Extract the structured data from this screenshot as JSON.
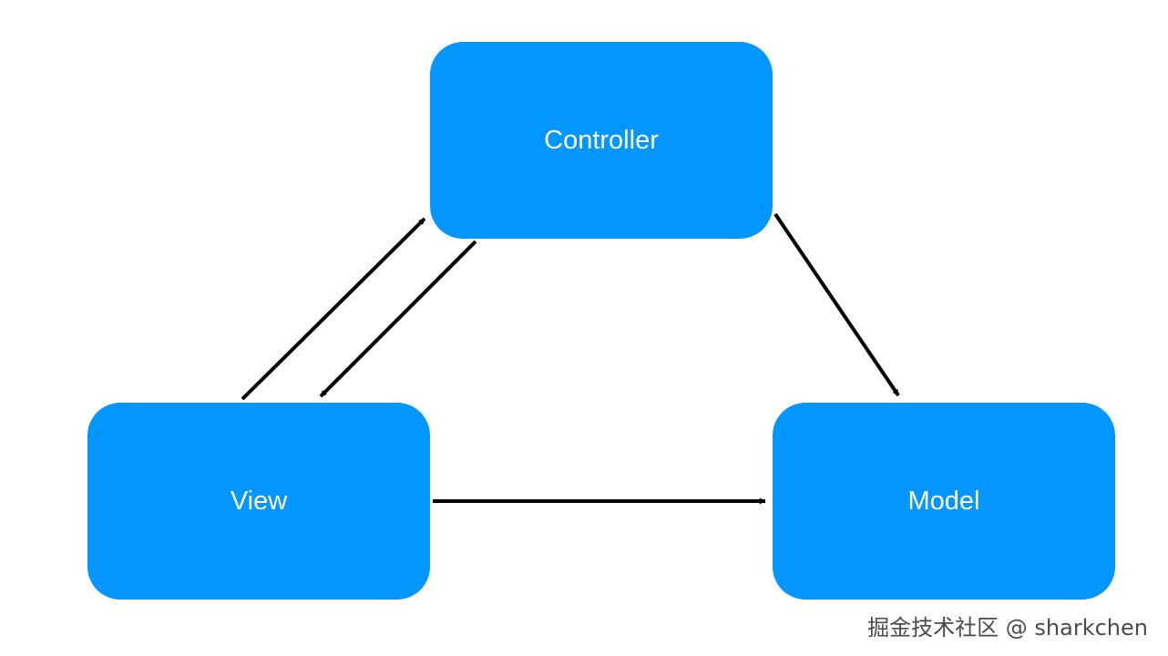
{
  "diagram": {
    "colors": {
      "node_fill": "#0296fe",
      "node_text": "#ffffff",
      "arrow": "#000000"
    },
    "nodes": [
      {
        "id": "controller",
        "label": "Controller"
      },
      {
        "id": "view",
        "label": "View"
      },
      {
        "id": "model",
        "label": "Model"
      }
    ],
    "edges": [
      {
        "from": "view",
        "to": "controller"
      },
      {
        "from": "controller",
        "to": "view"
      },
      {
        "from": "controller",
        "to": "model"
      },
      {
        "from": "view",
        "to": "model"
      }
    ]
  },
  "watermark": {
    "text": "掘金技术社区 @ sharkchen"
  }
}
